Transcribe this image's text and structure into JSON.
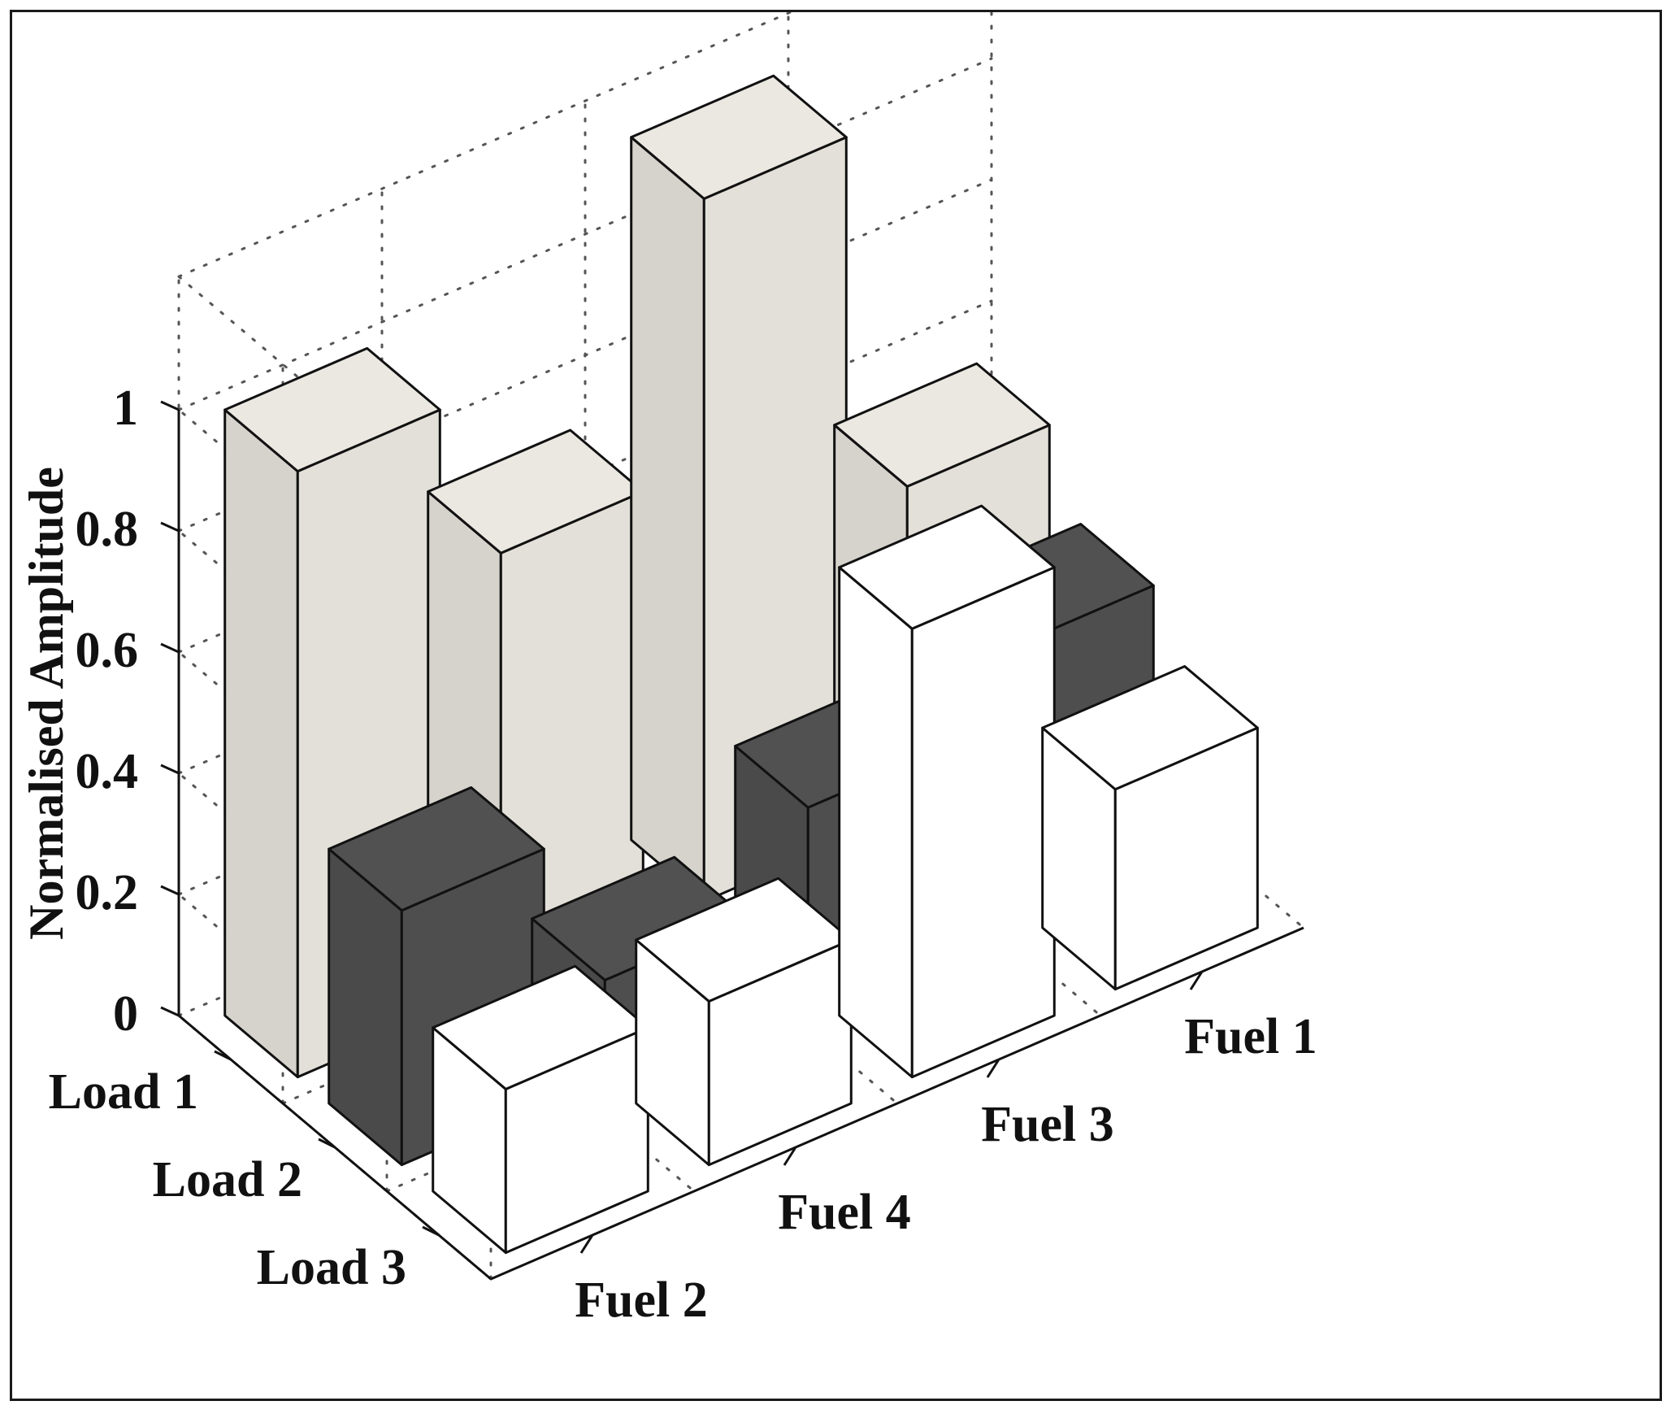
{
  "chart_data": {
    "type": "bar3d",
    "ylabel": "Normalised Amplitude",
    "ylim": [
      0,
      1
    ],
    "yticks": [
      "0",
      "0.2",
      "0.4",
      "0.6",
      "0.8",
      "1"
    ],
    "fuel_axis_ticks": [
      "Fuel 2",
      "Fuel 4",
      "Fuel 3",
      "Fuel 1"
    ],
    "load_axis_ticks": [
      "Load 1",
      "Load 2",
      "Load 3"
    ],
    "grid": true,
    "series": [
      {
        "load": "Load 1",
        "color": "#d6d3cd",
        "values": [
          1.0,
          0.72,
          1.16,
          0.54
        ]
      },
      {
        "load": "Load 2",
        "color": "#4a4a4a",
        "values": [
          0.42,
          0.16,
          0.3,
          0.42
        ]
      },
      {
        "load": "Load 3",
        "color": "#ffffff",
        "values": [
          0.27,
          0.27,
          0.74,
          0.33
        ]
      }
    ]
  }
}
